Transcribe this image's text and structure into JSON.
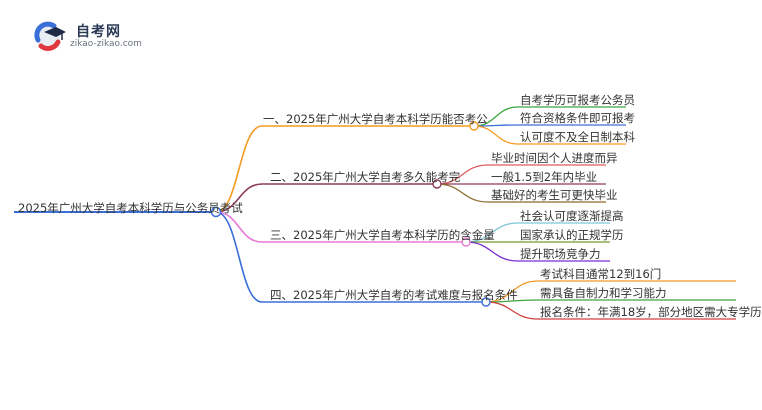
{
  "logo": {
    "title": "自考网",
    "subtitle": "zikao-zikao.com"
  },
  "mindmap": {
    "root": "2025年广州大学自考本科学历与公务员考试",
    "branches": [
      {
        "label": "一、2025年广州大学自考本科学历能否考公",
        "color": "#f59a23",
        "leaves": [
          {
            "label": "自考学历可报考公务员",
            "color": "#3ca63c"
          },
          {
            "label": "符合资格条件即可报考",
            "color": "#3b6fd8"
          },
          {
            "label": "认可度不及全日制本科",
            "color": "#f59a23"
          }
        ]
      },
      {
        "label": "二、2025年广州大学自考多久能考完",
        "color": "#8c3b5a",
        "leaves": [
          {
            "label": "毕业时间因个人进度而异",
            "color": "#e05a5a"
          },
          {
            "label": "一般1.5到2年内毕业",
            "color": "#8c3b5a"
          },
          {
            "label": "基础好的考生可更快毕业",
            "color": "#8c6a2e"
          }
        ]
      },
      {
        "label": "三、2025年广州大学自考本科学历的含金量",
        "color": "#e87ad8",
        "leaves": [
          {
            "label": "社会认可度逐渐提高",
            "color": "#7fc7d8"
          },
          {
            "label": "国家承认的正规学历",
            "color": "#7a9a2e"
          },
          {
            "label": "提升职场竞争力",
            "color": "#7b2fd0"
          }
        ]
      },
      {
        "label": "四、2025年广州大学自考的考试难度与报名条件",
        "color": "#3b6fd8",
        "leaves": [
          {
            "label": "考试科目通常12到16门",
            "color": "#f59a23"
          },
          {
            "label": "需具备自制力和学习能力",
            "color": "#3ca63c"
          },
          {
            "label": "报名条件：年满18岁，部分地区需大专学历",
            "color": "#d04040"
          }
        ]
      }
    ]
  }
}
